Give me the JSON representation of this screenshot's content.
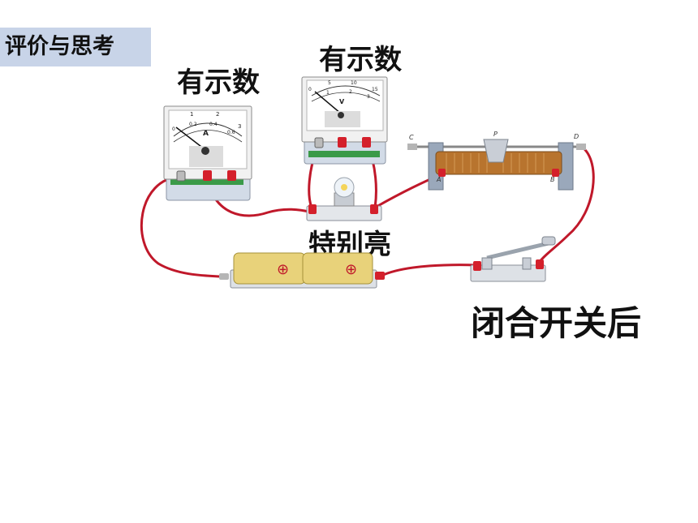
{
  "title": "评价与思考",
  "labels": {
    "ammeter_reading": "有示数",
    "voltmeter_reading": "有示数",
    "bulb_state": "特别亮",
    "after_switch": "闭合开关后"
  },
  "ammeter": {
    "unit_letter": "A",
    "scale_top": [
      "1",
      "2",
      "3"
    ],
    "scale_bottom": [
      "0.2",
      "0.4",
      "0.6"
    ],
    "scale_zero": "0"
  },
  "voltmeter": {
    "unit_letter": "V",
    "scale_top": [
      "5",
      "10",
      "15"
    ],
    "scale_bottom": [
      "1",
      "2",
      "3"
    ],
    "scale_zero": "0"
  },
  "rheostat": {
    "terminals": [
      "C",
      "D",
      "A",
      "B",
      "P"
    ]
  },
  "battery": {
    "symbol": "⊕"
  },
  "colors": {
    "wire": "#c0182a",
    "title_bg": "#c8d4e8",
    "battery": "#e8d27a",
    "coil": "#b8742e"
  }
}
